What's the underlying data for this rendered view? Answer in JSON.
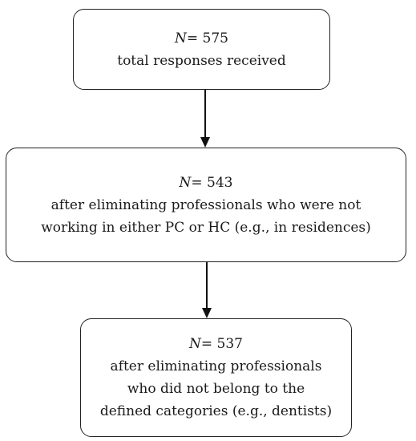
{
  "flowchart": {
    "boxes": [
      {
        "n_label": "N",
        "n_value": "= 575",
        "lines": [
          "total responses received"
        ]
      },
      {
        "n_label": "N",
        "n_value": "= 543",
        "lines": [
          "after eliminating professionals who were not",
          "working in either PC or HC (e.g., in residences)"
        ]
      },
      {
        "n_label": "N",
        "n_value": "= 537",
        "lines": [
          "after eliminating professionals",
          "who did not belong to the",
          "defined categories (e.g., dentists)"
        ]
      }
    ]
  }
}
